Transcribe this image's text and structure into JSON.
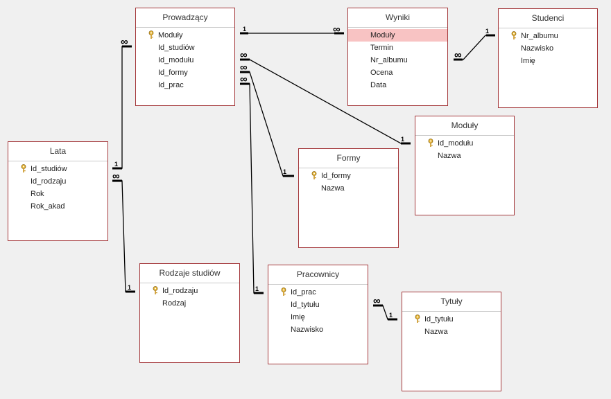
{
  "tables": {
    "prowadzacy": {
      "title": "Prowadzący",
      "fields": [
        "Moduły",
        "Id_studiów",
        "Id_modułu",
        "Id_formy",
        "Id_prac"
      ]
    },
    "wyniki": {
      "title": "Wyniki",
      "fields": [
        "Moduły",
        "Termin",
        "Nr_albumu",
        "Ocena",
        "Data"
      ]
    },
    "studenci": {
      "title": "Studenci",
      "fields": [
        "Nr_albumu",
        "Nazwisko",
        "Imię"
      ]
    },
    "moduly": {
      "title": "Moduły",
      "fields": [
        "Id_modułu",
        "Nazwa"
      ]
    },
    "lata": {
      "title": "Lata",
      "fields": [
        "Id_studiów",
        "Id_rodzaju",
        "Rok",
        "Rok_akad"
      ]
    },
    "formy": {
      "title": "Formy",
      "fields": [
        "Id_formy",
        "Nazwa"
      ]
    },
    "rodzaje": {
      "title": "Rodzaje studiów",
      "fields": [
        "Id_rodzaju",
        "Rodzaj"
      ]
    },
    "pracownicy": {
      "title": "Pracownicy",
      "fields": [
        "Id_prac",
        "Id_tytułu",
        "Imię",
        "Nazwisko"
      ]
    },
    "tytuly": {
      "title": "Tytuły",
      "fields": [
        "Id_tytułu",
        "Nazwa"
      ]
    }
  },
  "cardinality": {
    "one": "1",
    "many": "∞"
  },
  "colors": {
    "border": "#a4373a",
    "selected_row": "#f8c3c3",
    "line": "#000000",
    "key": "#d9a420"
  },
  "icons": {
    "primary_key": "key-icon"
  }
}
